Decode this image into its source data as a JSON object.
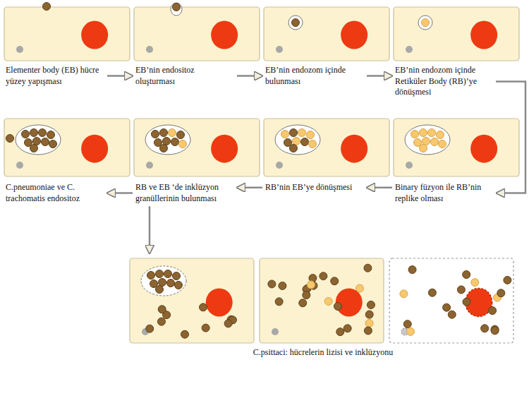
{
  "diagram": {
    "nodes": [
      {
        "text": [
          "Elementer body (EB) hücre yüzey yapışması"
        ]
      },
      {
        "text": [
          "EB’nin endositoz oluşturması"
        ]
      },
      {
        "text": [
          "EB’nin endozom içinde bulunması"
        ]
      },
      {
        "text": [
          "EB’nin endozom içinde Retiküler Body (RB)’ye dönüşmesi"
        ]
      },
      {
        "text": [
          "Binary füzyon ile RB’nin replike olması"
        ]
      },
      {
        "text": [
          "RB’nin EB’ye dönüşmesi"
        ]
      },
      {
        "text": [
          "RB ve EB ‘de inklüzyon granüllerinin bulunması"
        ]
      },
      {
        "text": [
          "C.pneumoniae ve C. trachomatis endositoz"
        ]
      },
      {
        "text": [
          "C.psittaci: hücrelerin lizisi ve inklüzyonu"
        ]
      }
    ],
    "edges": [
      {
        "from": 0,
        "to": 1,
        "arrow": "to"
      },
      {
        "from": 1,
        "to": 2,
        "arrow": "to"
      },
      {
        "from": 2,
        "to": 3,
        "arrow": "to"
      },
      {
        "from": 3,
        "to": 4,
        "arrow": "to"
      },
      {
        "from": 4,
        "to": 5,
        "arrow": "to"
      },
      {
        "from": 5,
        "to": 6,
        "arrow": "to"
      },
      {
        "from": 6,
        "to": 7,
        "arrow": "to"
      },
      {
        "from": 6,
        "to": 8,
        "arrow": "to"
      }
    ]
  }
}
